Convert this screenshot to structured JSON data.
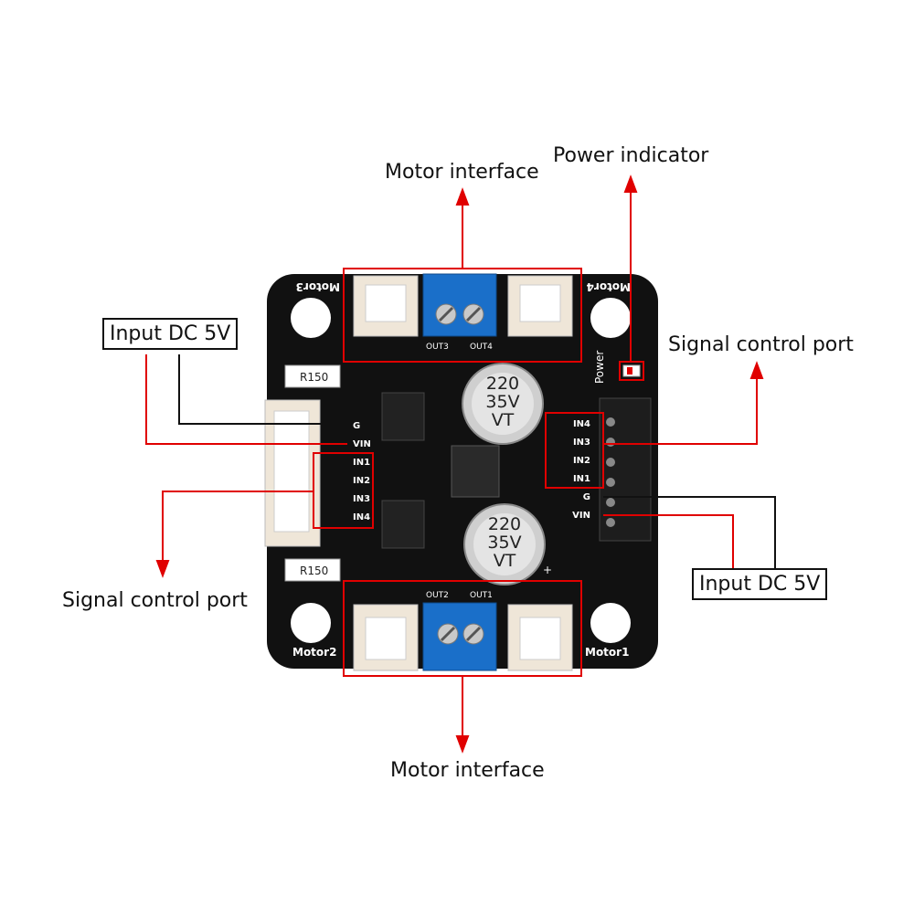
{
  "callouts": {
    "motor_top": "Motor interface",
    "power_indicator": "Power indicator",
    "signal_right": "Signal control port",
    "input_left": "Input DC 5V",
    "signal_left": "Signal control port",
    "input_right": "Input DC 5V",
    "motor_bottom": "Motor interface"
  },
  "board": {
    "motor1": "Motor1",
    "motor2": "Motor2",
    "motor3": "Motor3",
    "motor4": "Motor4",
    "power": "Power",
    "out1": "OUT1",
    "out2": "OUT2",
    "out3": "OUT3",
    "out4": "OUT4",
    "r150_top": "R150",
    "r150_bottom": "R150",
    "cap_top": [
      "220",
      "35V",
      "VT"
    ],
    "cap_bottom": [
      "220",
      "35V",
      "VT"
    ],
    "left_pins": [
      "G",
      "VIN",
      "IN1",
      "IN2",
      "IN3",
      "IN4"
    ],
    "right_pins": [
      "IN4",
      "IN3",
      "IN2",
      "IN1",
      "G",
      "VIN"
    ],
    "plus": "+"
  },
  "colors": {
    "pcb": "#111111",
    "callout_line": "#e00000",
    "terminal": "#1a6fc9",
    "connector": "#efe6d8"
  }
}
